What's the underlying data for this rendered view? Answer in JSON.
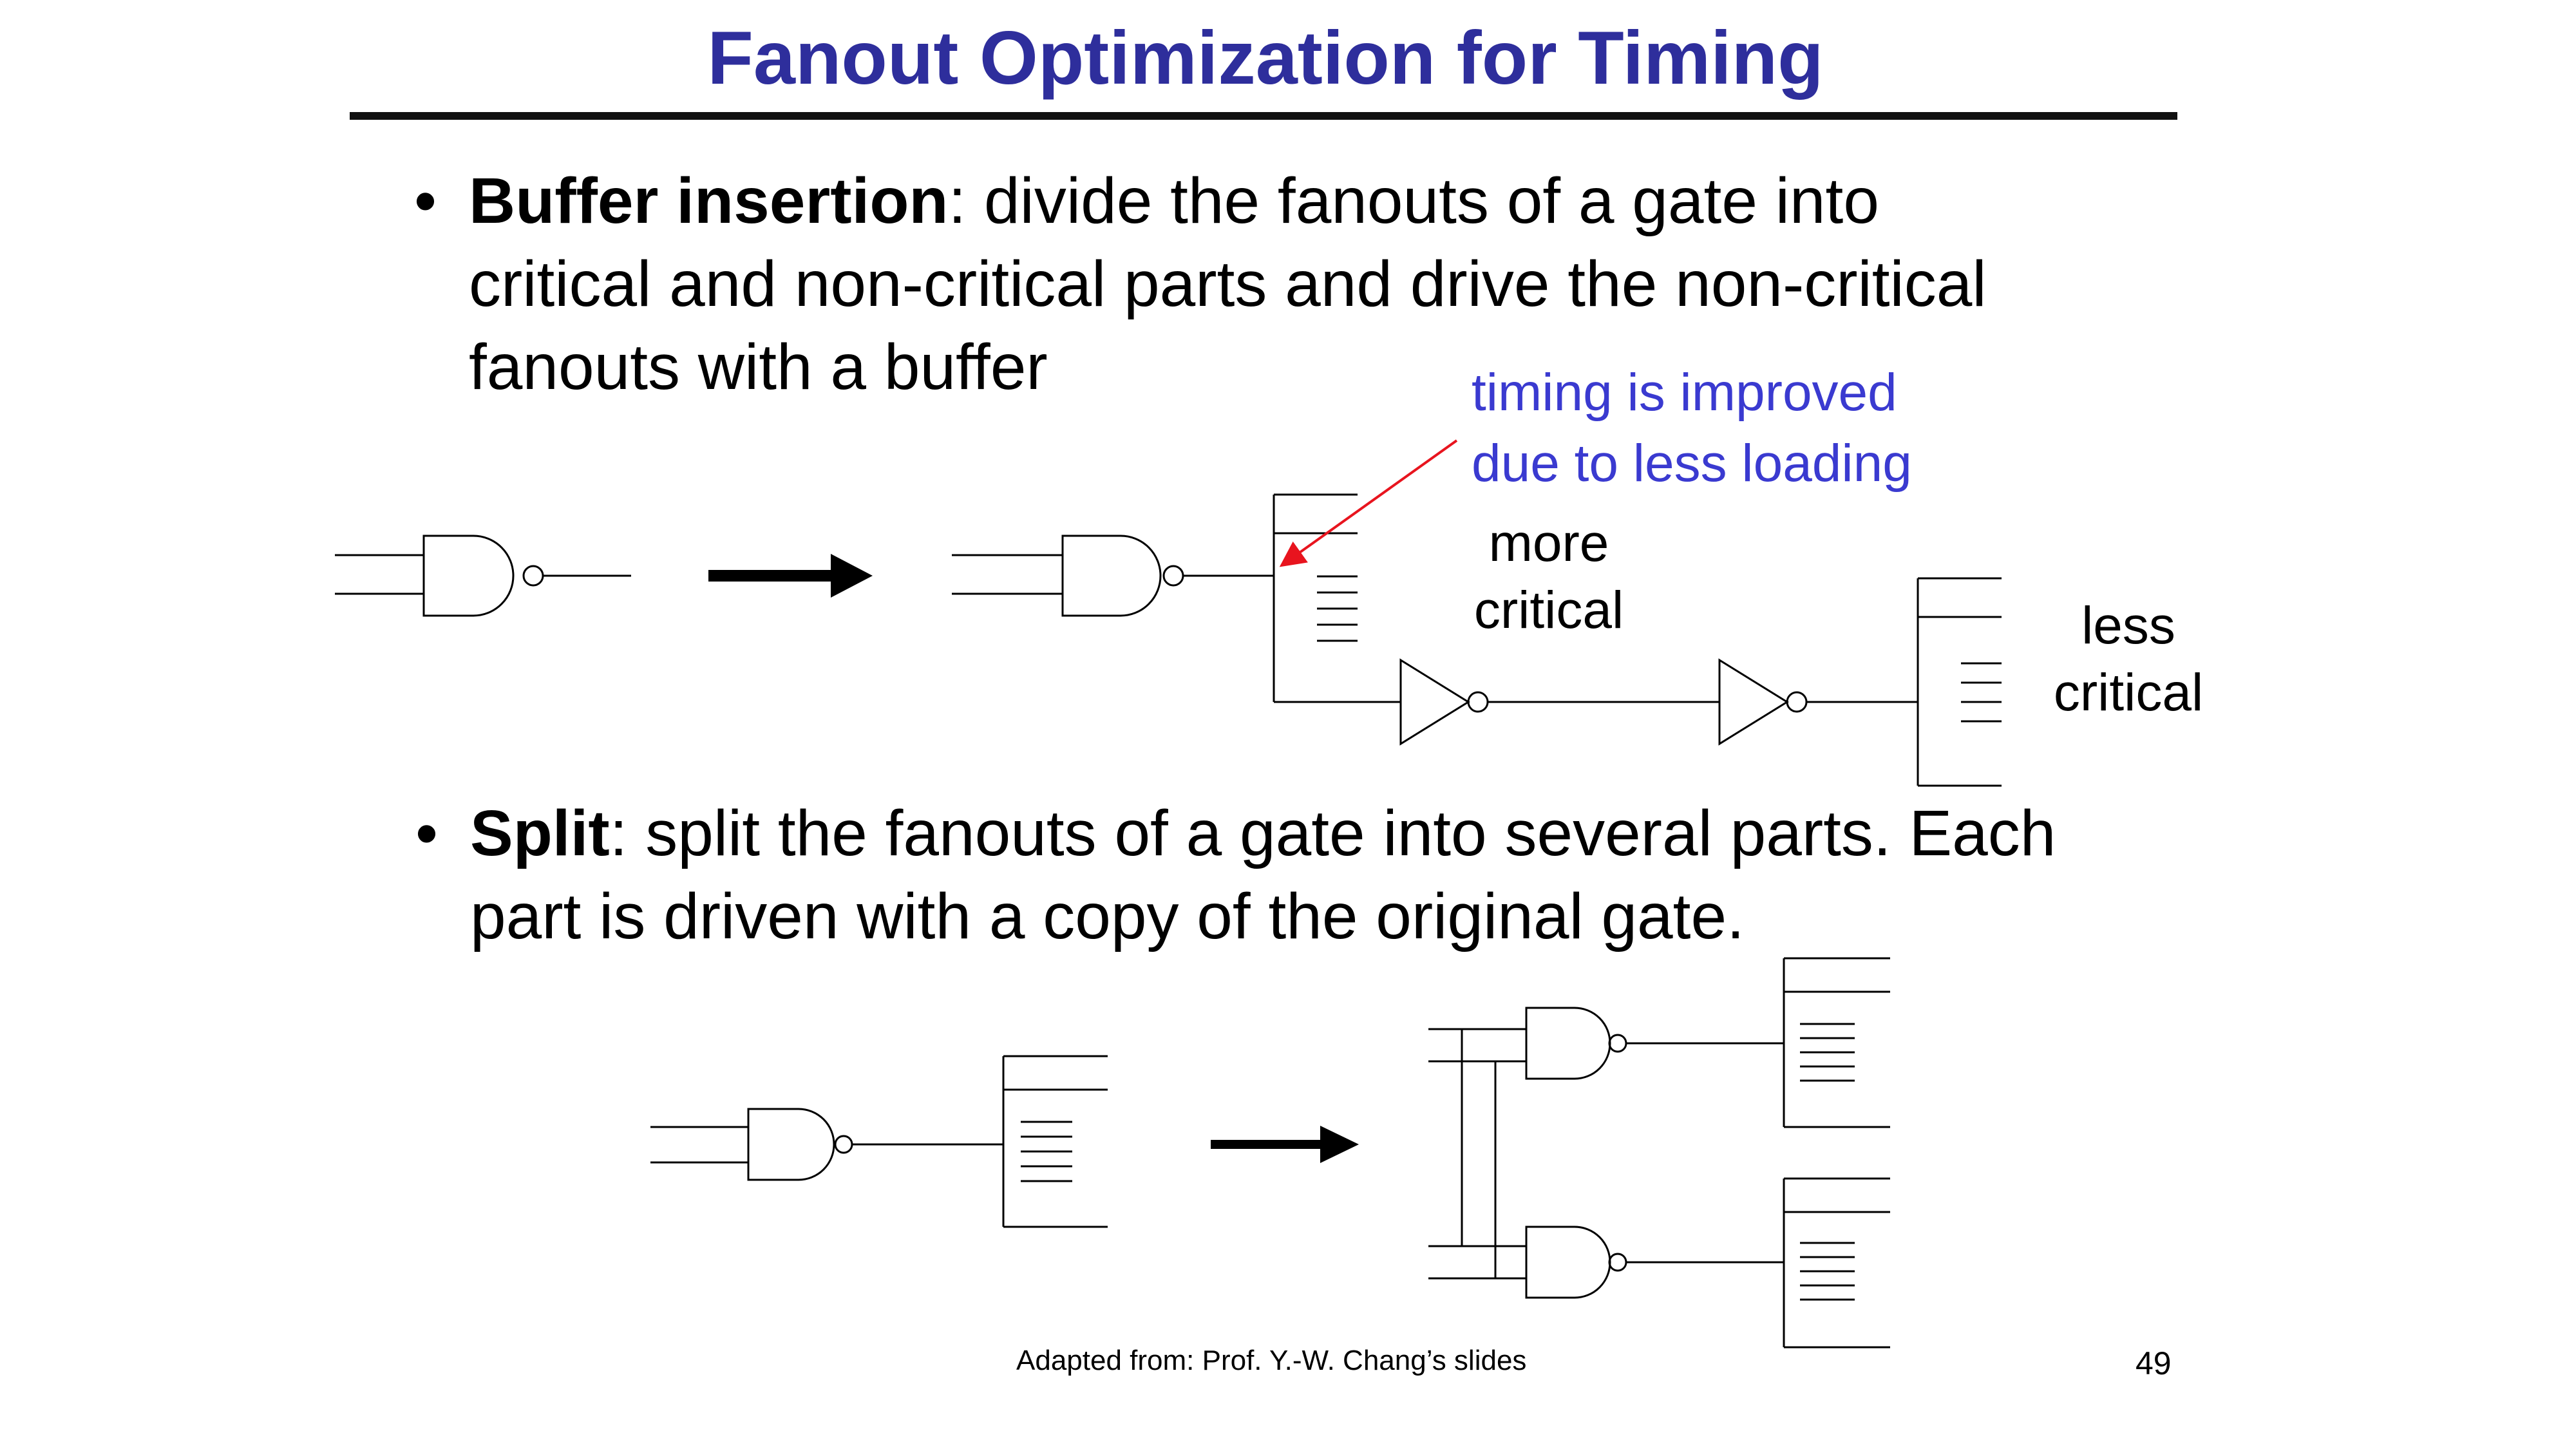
{
  "slide": {
    "title": "Fanout Optimization for Timing",
    "title_color": "#2e2e9c"
  },
  "bullets": [
    {
      "term": "Buffer insertion",
      "text_line1": ": divide the fanouts of a gate into",
      "text_line2": "critical and non-critical parts and drive the non-critical",
      "text_line3": "fanouts with a buffer"
    },
    {
      "term": "Split",
      "text_line1": ": split the fanouts of a gate into several parts. Each",
      "text_line2": "part is driven with a copy of the original gate."
    }
  ],
  "annotations": {
    "note_line1": "timing is improved",
    "note_line2": "due to less loading",
    "note_color": "#3a3ad0",
    "arrow_color": "#e8141e",
    "more_critical_line1": "more",
    "more_critical_line2": "critical",
    "less_critical_line1": "less",
    "less_critical_line2": "critical"
  },
  "footer": {
    "credit": "Adapted from: Prof. Y.-W. Chang’s slides",
    "page_number": "49"
  }
}
